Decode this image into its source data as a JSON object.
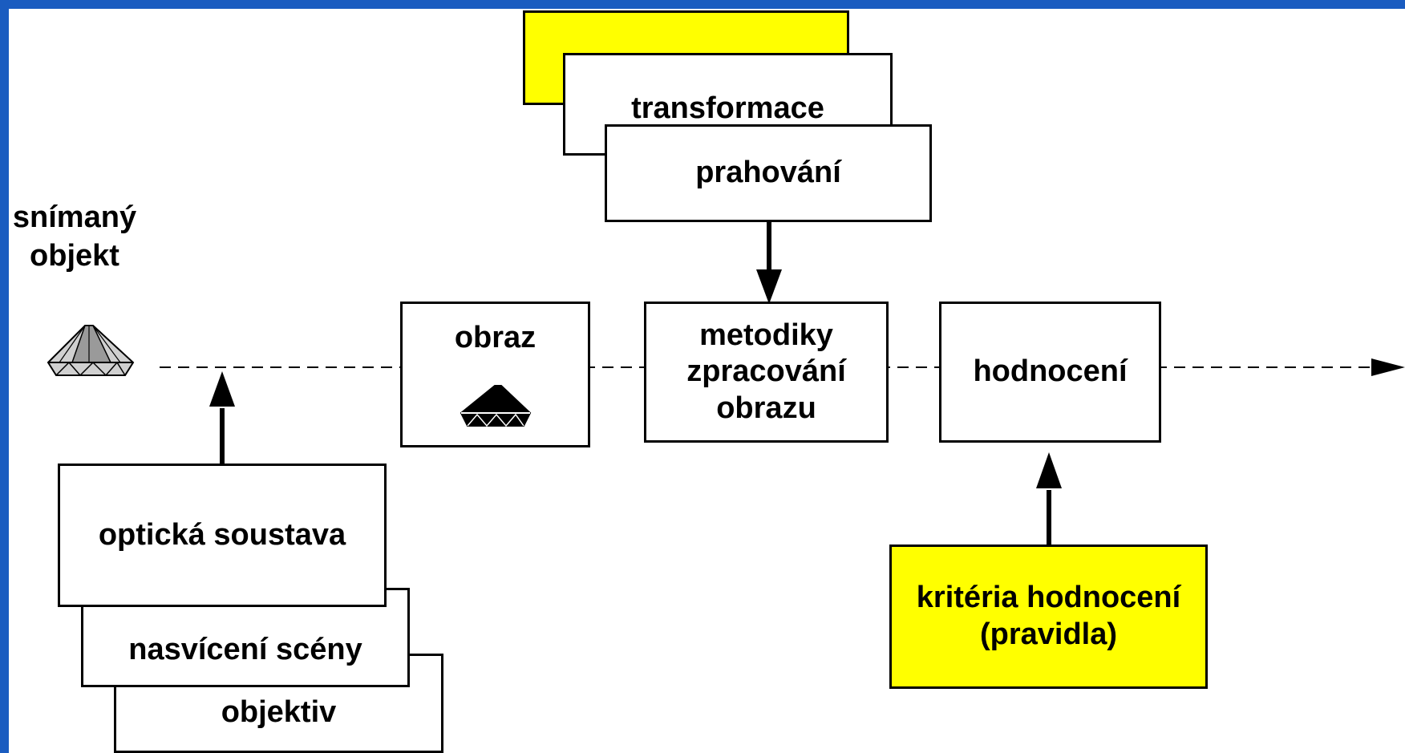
{
  "scene_label": "snímaný\nobjekt",
  "boxes": {
    "yellow_back": "",
    "transformace": "transformace",
    "prahovani": "prahování",
    "obraz": "obraz",
    "metodiky": "metodiky\nzpracování\nobrazu",
    "hodnoceni": "hodnocení",
    "opticka": "optická soustava",
    "nasviceni": "nasvícení scény",
    "objektiv": "objektiv",
    "kriteria": "kritéria hodnocení\n(pravidla)"
  },
  "colors": {
    "frame": "#1a5cc0",
    "highlight": "#ffff00",
    "box_bg": "#ffffff",
    "stroke": "#000000"
  },
  "icons": {
    "object": "diamond-gem-icon",
    "image": "dark-gem-icon"
  }
}
